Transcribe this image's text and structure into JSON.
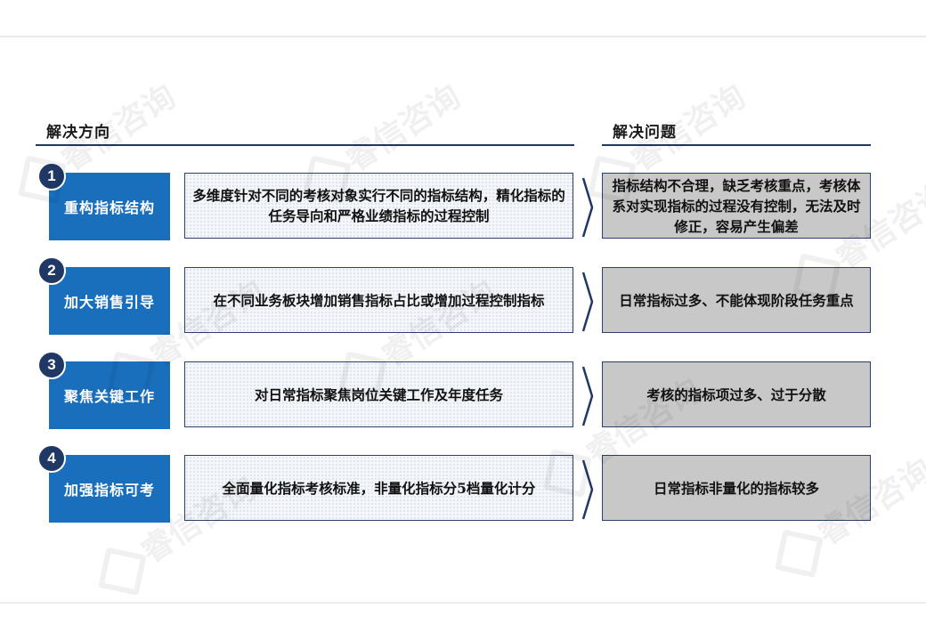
{
  "headers": {
    "left": "解决方向",
    "right": "解决问题"
  },
  "watermark": "睿信咨询",
  "colors": {
    "navy": "#1f3864",
    "blue": "#1a6fbd",
    "gray": "#c8c8c8"
  },
  "rows": [
    {
      "number": "1",
      "label": "重构指标结构",
      "desc": "多维度针对不同的考核对象实行不同的指标结构，精化指标的任务导向和严格业绩指标的过程控制",
      "problem": "指标结构不合理，缺乏考核重点，考核体系对实现指标的过程没有控制，无法及时修正，容易产生偏差"
    },
    {
      "number": "2",
      "label": "加大销售引导",
      "desc": "在不同业务板块增加销售指标占比或增加过程控制指标",
      "problem": "日常指标过多、不能体现阶段任务重点"
    },
    {
      "number": "3",
      "label": "聚焦关键工作",
      "desc": "对日常指标聚焦岗位关键工作及年度任务",
      "problem": "考核的指标项过多、过于分散"
    },
    {
      "number": "4",
      "label": "加强指标可考",
      "desc": "全面量化指标考核标准，非量化指标分5档量化计分",
      "problem": "日常指标非量化的指标较多"
    }
  ]
}
